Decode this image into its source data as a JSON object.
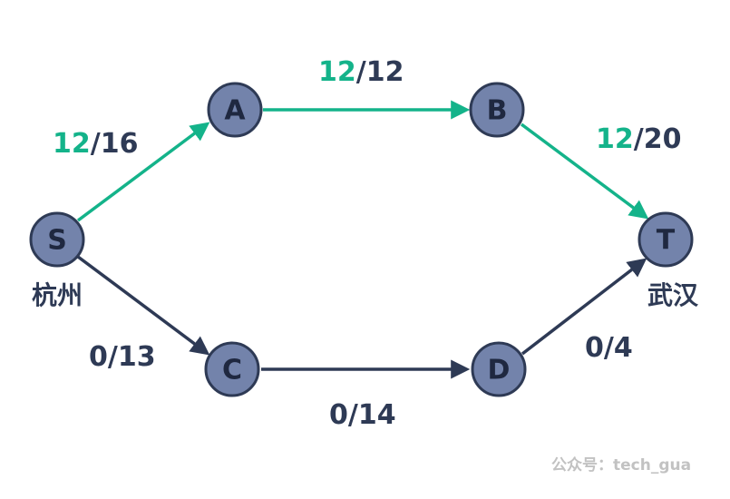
{
  "colors": {
    "active_edge": "#14b38a",
    "idle_edge": "#2e3a55",
    "node_fill": "#7383ab",
    "node_stroke": "#2e3a55",
    "watermark": "#c2c2c2"
  },
  "nodes": {
    "S": {
      "label": "S",
      "city": "杭州"
    },
    "A": {
      "label": "A"
    },
    "B": {
      "label": "B"
    },
    "C": {
      "label": "C"
    },
    "D": {
      "label": "D"
    },
    "T": {
      "label": "T",
      "city": "武汉"
    }
  },
  "edges": {
    "S_A": {
      "flow": "12",
      "sep": "/",
      "capacity": "16",
      "active": true
    },
    "A_B": {
      "flow": "12",
      "sep": "/",
      "capacity": "12",
      "active": true
    },
    "B_T": {
      "flow": "12",
      "sep": "/",
      "capacity": "20",
      "active": true
    },
    "S_C": {
      "flow": "0",
      "sep": "/",
      "capacity": "13",
      "active": false
    },
    "C_D": {
      "flow": "0",
      "sep": "/",
      "capacity": "14",
      "active": false
    },
    "D_T": {
      "flow": "0",
      "sep": "/",
      "capacity": "4",
      "active": false
    }
  },
  "watermark": "公众号：tech_gua"
}
